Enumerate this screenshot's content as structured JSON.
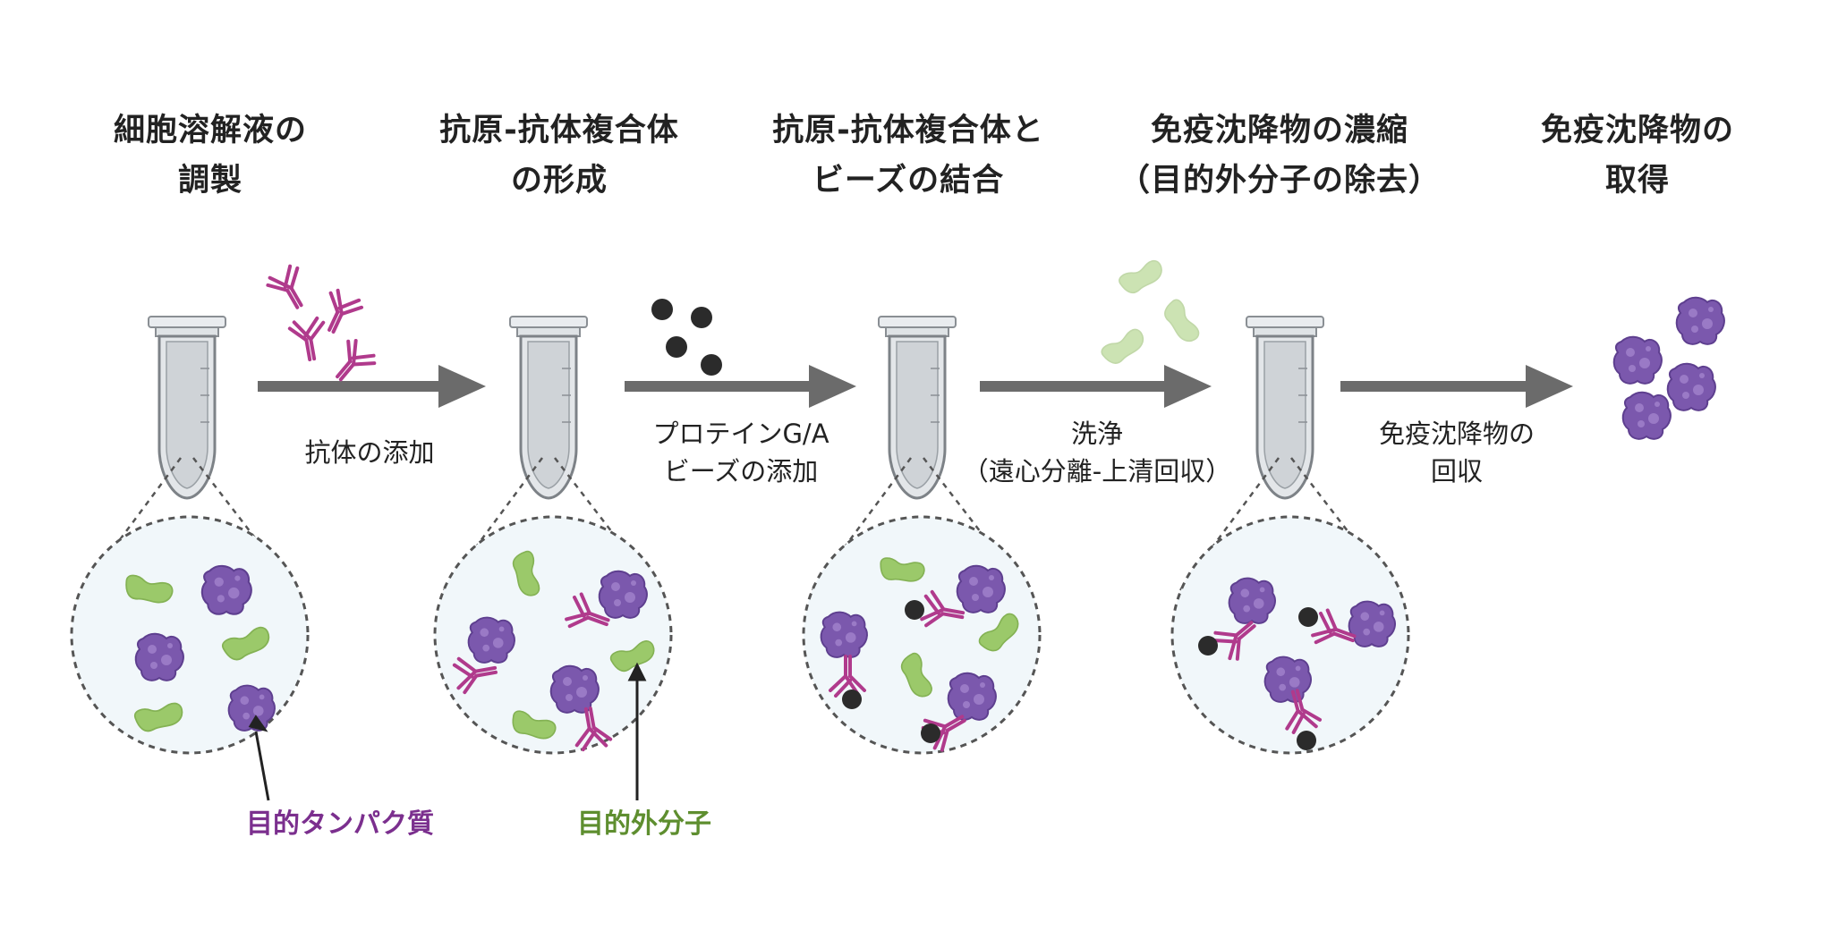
{
  "steps": [
    {
      "line1": "細胞溶解液の",
      "line2": "調製"
    },
    {
      "line1": "抗原-抗体複合体",
      "line2": "の形成"
    },
    {
      "line1": "抗原-抗体複合体と",
      "line2": "ビーズの結合"
    },
    {
      "line1": "免疫沈降物の濃縮",
      "line2": "（目的外分子の除去）"
    },
    {
      "line1": "免疫沈降物の",
      "line2": "取得"
    }
  ],
  "arrows": [
    {
      "line1": "抗体の添加",
      "line2": ""
    },
    {
      "line1": "プロテインG/A",
      "line2": "ビーズの添加"
    },
    {
      "line1": "洗浄",
      "line2": "（遠心分離-上清回収）"
    },
    {
      "line1": "免疫沈降物の",
      "line2": "回収"
    }
  ],
  "callouts": {
    "target_protein": "目的タンパク質",
    "non_target": "目的外分子"
  },
  "colors": {
    "target_protein": "#7b4fa6",
    "antibody": "#b03a8c",
    "non_target": "#8cbd5a",
    "bead": "#2b2b2b",
    "arrow": "#6b6b6b",
    "target_label": "#7b2f8e",
    "non_target_label": "#5e8e2f"
  }
}
